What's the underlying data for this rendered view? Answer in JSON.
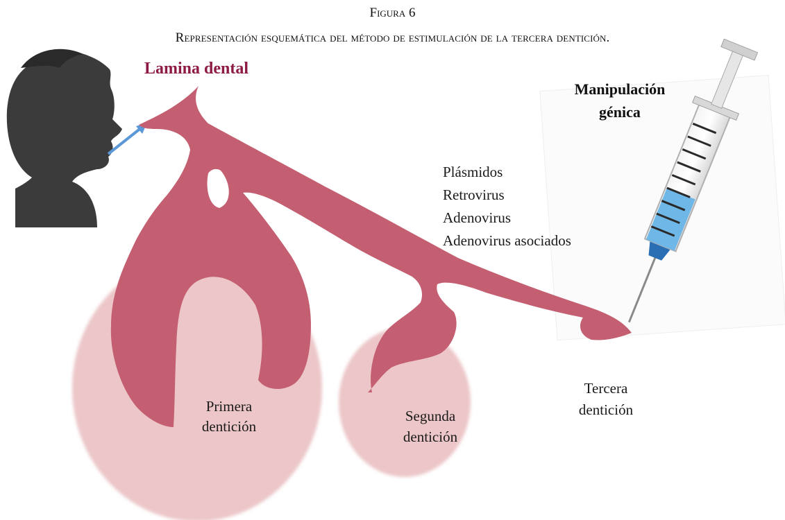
{
  "figure": {
    "label": "Figura 6",
    "title": "Representación esquemática del método de estimulación de la tercera dentición."
  },
  "labels": {
    "lamina": "Lamina dental",
    "manipulacion_line1": "Manipulación",
    "manipulacion_line2": "génica",
    "vectors": [
      "Plásmidos",
      "Retrovirus",
      "Adenovirus",
      "Adenovirus asociados"
    ],
    "primera_line1": "Primera",
    "primera_line2": "dentición",
    "segunda_line1": "Segunda",
    "segunda_line2": "dentición",
    "tercera_line1": "Tercera",
    "tercera_line2": "dentición"
  },
  "colors": {
    "lamina": "#c45f72",
    "follicle": "#ecc6c8",
    "silhouette": "#3b3b3b",
    "arrow": "#5a98d8",
    "title_accent": "#8e1a46",
    "syringe_fluid": "#6fb7e6"
  },
  "icons": [
    "child-silhouette-icon",
    "arrow-icon",
    "syringe-icon"
  ]
}
